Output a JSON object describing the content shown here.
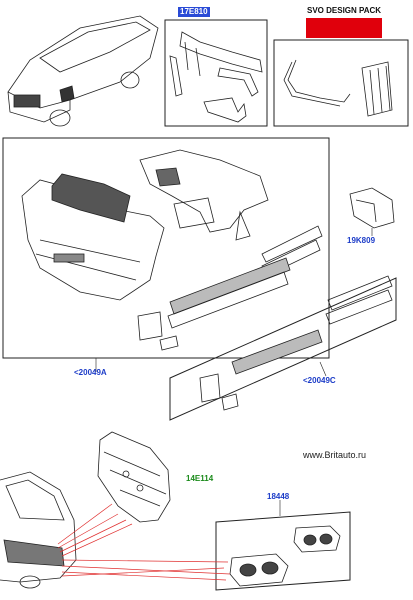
{
  "labels": {
    "top_panel_code": "17E810",
    "svo_title": "SVO DESIGN PACK",
    "code_19k809": "19K809",
    "code_20049a": "<20049A",
    "code_20049c": "<20049C",
    "code_14e114": "14E114",
    "code_18448": "18448",
    "website": "www.Britauto.ru"
  },
  "colors": {
    "outline": "#222222",
    "code_blue": "#1c3cc8",
    "code_green": "#1a8a1a",
    "svo_red": "#e0000c",
    "callout_red": "#e03030"
  }
}
